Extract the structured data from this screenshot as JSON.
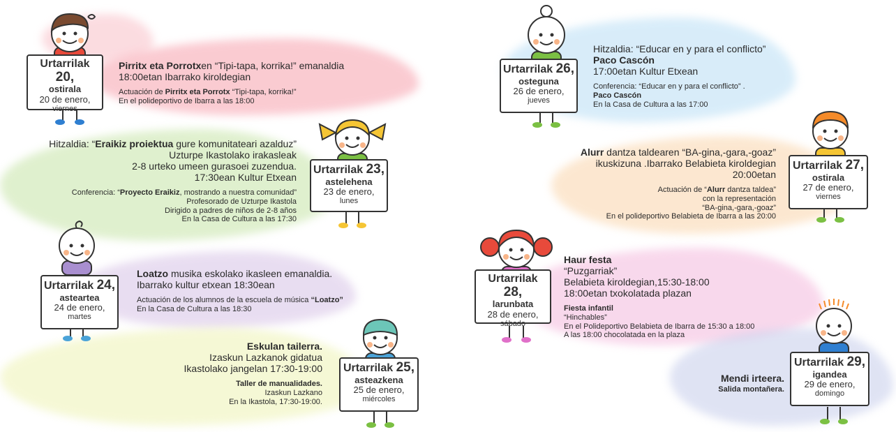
{
  "colors": {
    "red": "#f7a1ad",
    "green": "#c6e4a7",
    "purple": "#d7c3e6",
    "yellow": "#eef3b4",
    "blue": "#b9def5",
    "orange": "#fad5ab",
    "pink": "#f4b9dd",
    "lavender": "#c6cdeb"
  },
  "events": [
    {
      "id": "e20",
      "sign": {
        "month": "Urtarrilak",
        "day": "20,",
        "weekday_eu": "ostirala",
        "date_es": "20 de enero,",
        "weekday_es": "viernes"
      },
      "eu_1a": "Pirritx eta Porrotx",
      "eu_1b": "en “Tipi-tapa, korrika!” emanaldia",
      "eu_2": "18:00etan Ibarrako kiroldegian",
      "es_1a": "Actuación de ",
      "es_1b": "Pirritx eta Porrotx",
      "es_1c": " “Tipi-tapa, korrika!”",
      "es_2": "En el polideportivo de Ibarra a las 18:00"
    },
    {
      "id": "e23",
      "sign": {
        "month": "Urtarrilak",
        "day": "23,",
        "weekday_eu": "astelehena",
        "date_es": "23 de enero,",
        "weekday_es": "lunes"
      },
      "eu_1a": "Hitzaldia: “",
      "eu_1b": "Eraikiz proiektua",
      "eu_1c": " gure komunitateari azalduz”",
      "eu_2": "Uzturpe Ikastolako irakasleak",
      "eu_3": "2-8 urteko umeen gurasoei zuzendua.",
      "eu_4": "17:30ean Kultur Etxean",
      "es_1a": "Conferencia: “",
      "es_1b": "Proyecto Eraikiz",
      "es_1c": ", mostrando a nuestra comunidad”",
      "es_2": "Profesorado de Uzturpe Ikastola",
      "es_3": "Dirigido a padres de niños de 2-8 años",
      "es_4": "En la Casa de Cultura a las 17:30"
    },
    {
      "id": "e24",
      "sign": {
        "month": "Urtarrilak",
        "day": "24,",
        "weekday_eu": "asteartea",
        "date_es": "24 de enero,",
        "weekday_es": "martes"
      },
      "eu_1a": "Loatzo",
      "eu_1b": " musika eskolako ikasleen emanaldia.",
      "eu_2": "Ibarrako kultur etxean 18:30ean",
      "es_1a": "Actuación de los alumnos de la escuela de música ",
      "es_1b": "“Loatzo”",
      "es_2": "En la Casa de Cultura a las 18:30"
    },
    {
      "id": "e25",
      "sign": {
        "month": "Urtarrilak",
        "day": "25,",
        "weekday_eu": "asteazkena",
        "date_es": "25 de enero,",
        "weekday_es": "miércoles"
      },
      "eu_1": "Eskulan tailerra.",
      "eu_2": "Izaskun Lazkanok gidatua",
      "eu_3": "Ikastolako jangelan 17:30-19:00",
      "es_1": "Taller de manualidades.",
      "es_2": "Izaskun Lazkano",
      "es_3": "En la Ikastola, 17:30-19:00."
    },
    {
      "id": "e26",
      "sign": {
        "month": "Urtarrilak",
        "day": "26,",
        "weekday_eu": "osteguna",
        "date_es": "26 de enero,",
        "weekday_es": "jueves"
      },
      "eu_1": "Hitzaldia:  “Educar en y para el conflicto”",
      "eu_2": "Paco Cascón",
      "eu_3": "17:00etan Kultur Etxean",
      "es_1": "Conferencia:   “Educar en y para el conflicto” .",
      "es_2": "Paco Cascón",
      "es_3": "En la Casa de Cultura a las 17:00"
    },
    {
      "id": "e27",
      "sign": {
        "month": "Urtarrilak",
        "day": "27,",
        "weekday_eu": "ostirala",
        "date_es": "27 de enero,",
        "weekday_es": "viernes"
      },
      "eu_1a": "Alurr",
      "eu_1b": " dantza taldearen “BA-gina,-gara,-goaz”",
      "eu_2": "ikuskizuna .Ibarrako Belabieta kiroldegian",
      "eu_3": "20:00etan",
      "es_1a": "Actuación de “",
      "es_1b": "Alurr",
      "es_1c": " dantza taldea”",
      "es_2": "con la representación",
      "es_3": "“BA-gina,-gara,-goaz”",
      "es_4": "En el polideportivo Belabieta de Ibarra a las 20:00"
    },
    {
      "id": "e28",
      "sign": {
        "month": "Urtarrilak",
        "day": "28,",
        "weekday_eu": "larunbata",
        "date_es": "28 de enero,",
        "weekday_es": "sábado"
      },
      "eu_1": "Haur festa",
      "eu_2": "“Puzgarriak”",
      "eu_3": "Belabieta kiroldegian,15:30-18:00",
      "eu_4": "18:00etan txokolatada plazan",
      "es_1": "Fiesta infantil",
      "es_2": "“Hinchables”",
      "es_3": "En el Polideportivo Belabieta de Ibarra de 15:30 a 18:00",
      "es_4": " A las 18:00 chocolatada en la plaza"
    },
    {
      "id": "e29",
      "sign": {
        "month": "Urtarrilak",
        "day": "29,",
        "weekday_eu": "igandea",
        "date_es": "29 de enero,",
        "weekday_es": "domingo"
      },
      "eu_1": "Mendi irteera.",
      "es_1": "Salida montañera."
    }
  ]
}
